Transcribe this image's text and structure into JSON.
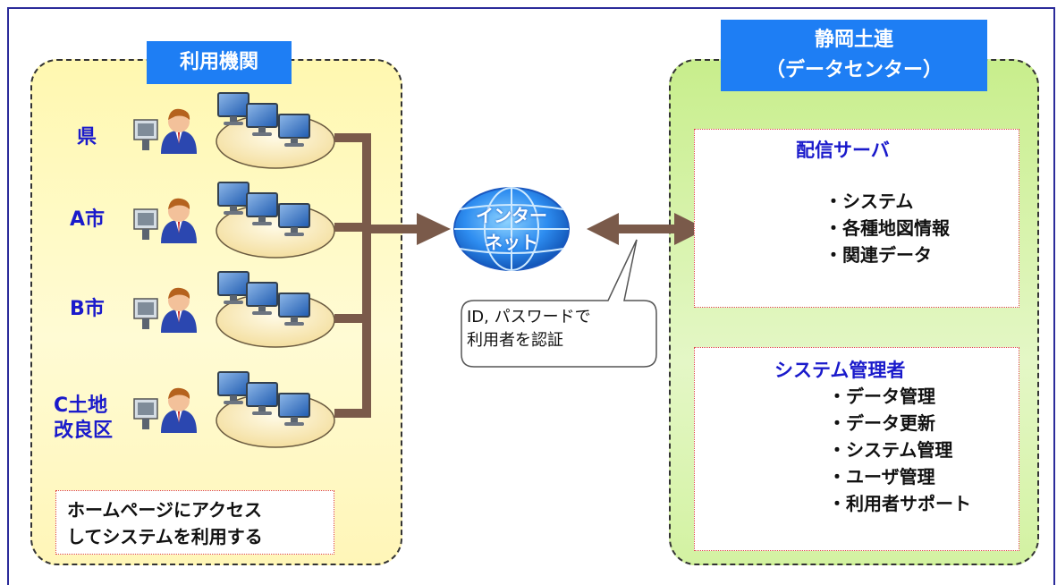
{
  "left": {
    "title": "利用機関",
    "entities": [
      {
        "label": "県"
      },
      {
        "label": "A市"
      },
      {
        "label": "B市"
      },
      {
        "label": "C土地改良区"
      }
    ],
    "note_line1": "ホームページにアクセス",
    "note_line2": "してシステムを利用する"
  },
  "internet": {
    "line1": "インター",
    "line2": "ネット",
    "callout_line1": "ID, パスワードで",
    "callout_line2": "利用者を認証"
  },
  "right": {
    "title_line1": "静岡土連",
    "title_line2": "（データセンター）",
    "server": {
      "title": "配信サーバ",
      "items": [
        "システム",
        "各種地図情報",
        "関連データ"
      ]
    },
    "admin": {
      "title": "システム管理者",
      "items": [
        "データ管理",
        "データ更新",
        "システム管理",
        "ユーザ管理",
        "利用者サポート"
      ]
    }
  },
  "colors": {
    "title_bg": "#1e7ef4",
    "label_blue": "#1a1acb",
    "arrow_brown": "#7a5a4a",
    "left_bg": "#fff8b0",
    "right_bg": "#c8ee8c"
  }
}
